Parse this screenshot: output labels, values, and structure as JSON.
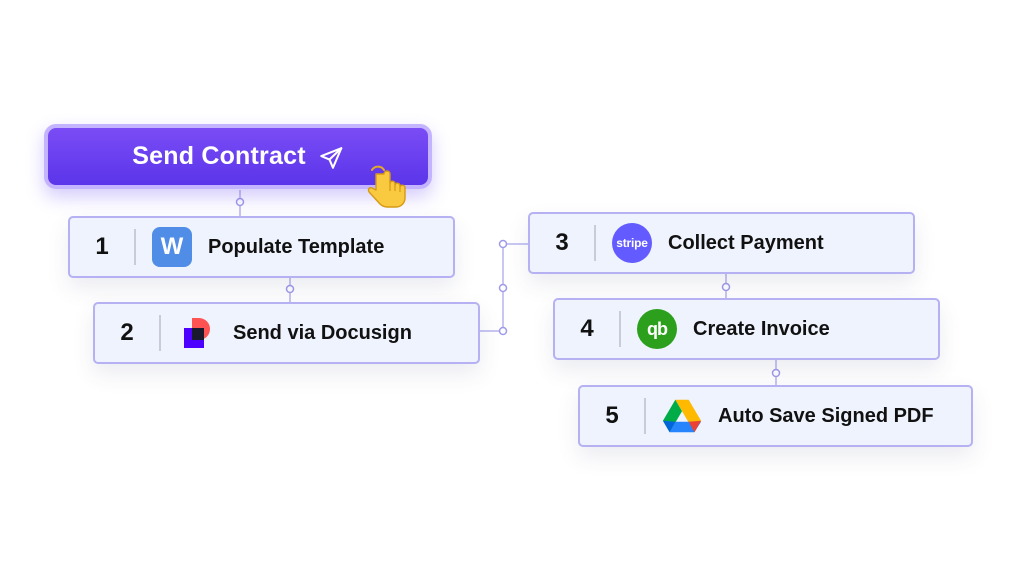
{
  "trigger": {
    "label": "Send Contract",
    "icon": "paper-plane-icon",
    "cursor_icon": "pointing-hand-icon"
  },
  "steps": [
    {
      "number": "1",
      "label": "Populate Template",
      "icon": "word-logo-icon",
      "logo_text": "W"
    },
    {
      "number": "2",
      "label": "Send via Docusign",
      "icon": "docusign-logo-icon"
    },
    {
      "number": "3",
      "label": "Collect Payment",
      "icon": "stripe-logo-icon",
      "logo_text": "stripe"
    },
    {
      "number": "4",
      "label": "Create Invoice",
      "icon": "quickbooks-logo-icon",
      "logo_text": "qb"
    },
    {
      "number": "5",
      "label": "Auto Save Signed PDF",
      "icon": "google-drive-logo-icon"
    }
  ],
  "colors": {
    "accent": "#6a42f0",
    "card_background": "#eef3fd",
    "card_border": "#b6b1f2",
    "connector": "#b7b3ee"
  }
}
